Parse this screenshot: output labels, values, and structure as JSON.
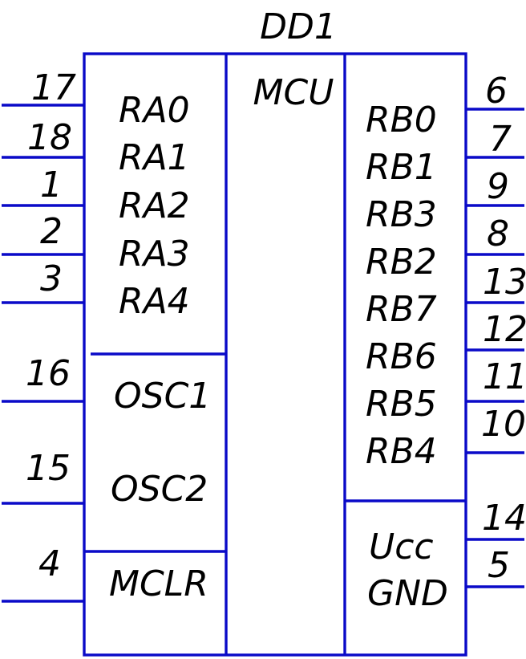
{
  "diagram": {
    "designator": "DD1",
    "type_label": "MCU",
    "line_color": "#0a0ac8",
    "text_color": "#000000",
    "left_pins": [
      {
        "label": "RA0",
        "pin": "17"
      },
      {
        "label": "RA1",
        "pin": "18"
      },
      {
        "label": "RA2",
        "pin": "1"
      },
      {
        "label": "RA3",
        "pin": "2"
      },
      {
        "label": "RA4",
        "pin": "3"
      },
      {
        "label": "OSC1",
        "pin": "16"
      },
      {
        "label": "OSC2",
        "pin": "15"
      },
      {
        "label": "MCLR",
        "pin": "4"
      }
    ],
    "right_pins": [
      {
        "label": "RB0",
        "pin": "6"
      },
      {
        "label": "RB1",
        "pin": "7"
      },
      {
        "label": "RB3",
        "pin": "9"
      },
      {
        "label": "RB2",
        "pin": "8"
      },
      {
        "label": "RB7",
        "pin": "13"
      },
      {
        "label": "RB6",
        "pin": "12"
      },
      {
        "label": "RB5",
        "pin": "11"
      },
      {
        "label": "RB4",
        "pin": "10"
      },
      {
        "label": "Ucc",
        "pin": "14"
      },
      {
        "label": "GND",
        "pin": "5"
      }
    ]
  }
}
